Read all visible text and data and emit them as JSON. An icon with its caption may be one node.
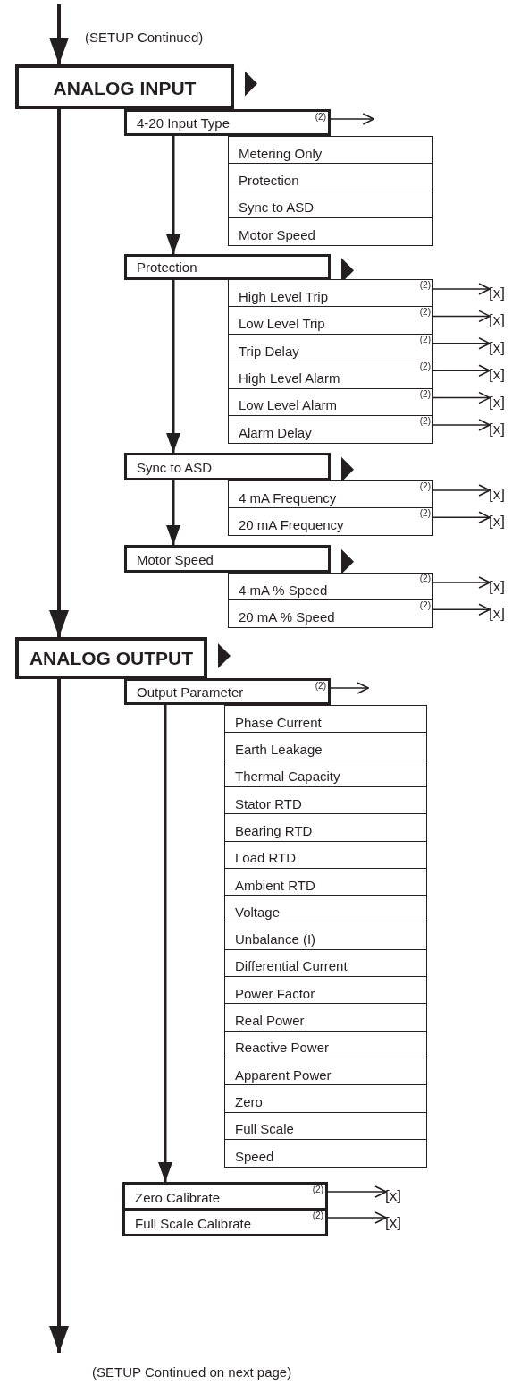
{
  "diagram": {
    "nodes": [
      {
        "text": [
          "ANALOG INPUT"
        ]
      },
      {
        "text": [
          "4-20 Input Type",
          "(2)"
        ]
      },
      {
        "text": [
          "Metering Only"
        ]
      },
      {
        "text": [
          "Protection"
        ]
      },
      {
        "text": [
          "Sync to ASD"
        ]
      },
      {
        "text": [
          "Motor Speed"
        ]
      },
      {
        "text": [
          "Protection"
        ]
      },
      {
        "text": [
          "High Level Trip",
          "(2)"
        ]
      },
      {
        "text": [
          "[x]"
        ]
      },
      {
        "text": [
          "Low Level Trip",
          "(2)"
        ]
      },
      {
        "text": [
          "[x]"
        ]
      },
      {
        "text": [
          "Trip Delay",
          "(2)"
        ]
      },
      {
        "text": [
          "[x]"
        ]
      },
      {
        "text": [
          "High Level Alarm",
          "(2)"
        ]
      },
      {
        "text": [
          "[x]"
        ]
      },
      {
        "text": [
          "Low Level Alarm",
          "(2)"
        ]
      },
      {
        "text": [
          "[x]"
        ]
      },
      {
        "text": [
          "Alarm Delay",
          "(2)"
        ]
      },
      {
        "text": [
          "[x]"
        ]
      },
      {
        "text": [
          "Sync to ASD"
        ]
      },
      {
        "text": [
          "4 mA Frequency",
          "(2)"
        ]
      },
      {
        "text": [
          "[x]"
        ]
      },
      {
        "text": [
          "20 mA Frequency",
          "(2)"
        ]
      },
      {
        "text": [
          "[x]"
        ]
      },
      {
        "text": [
          "Motor Speed"
        ]
      },
      {
        "text": [
          "4 mA % Speed",
          "(2)"
        ]
      },
      {
        "text": [
          "[x]"
        ]
      },
      {
        "text": [
          "20 mA % Speed",
          "(2)"
        ]
      },
      {
        "text": [
          "[x]"
        ]
      },
      {
        "text": [
          "ANALOG OUTPUT"
        ]
      },
      {
        "text": [
          "Output Parameter",
          "(2)"
        ]
      },
      {
        "text": [
          "Phase Current"
        ]
      },
      {
        "text": [
          "Earth Leakage"
        ]
      },
      {
        "text": [
          "Thermal Capacity"
        ]
      },
      {
        "text": [
          "Stator RTD"
        ]
      },
      {
        "text": [
          "Bearing RTD"
        ]
      },
      {
        "text": [
          "Load RTD"
        ]
      },
      {
        "text": [
          "Ambient RTD"
        ]
      },
      {
        "text": [
          "Voltage"
        ]
      },
      {
        "text": [
          "Unbalance (I)"
        ]
      },
      {
        "text": [
          "Differential Current"
        ]
      },
      {
        "text": [
          "Power Factor"
        ]
      },
      {
        "text": [
          "Real Power"
        ]
      },
      {
        "text": [
          "Reactive Power"
        ]
      },
      {
        "text": [
          "Apparent Power"
        ]
      },
      {
        "text": [
          "Zero"
        ]
      },
      {
        "text": [
          "Full Scale"
        ]
      },
      {
        "text": [
          "Speed"
        ]
      },
      {
        "text": [
          "Zero Calibrate",
          "(2)"
        ]
      },
      {
        "text": [
          "[x]"
        ]
      },
      {
        "text": [
          "Full Scale Calibrate",
          "(2)"
        ]
      },
      {
        "text": [
          "[x]"
        ]
      }
    ],
    "edges": [
      {
        "from": null,
        "to": 0,
        "arrow": "to",
        "style": "thick"
      },
      {
        "from": 1,
        "to": 2,
        "arrow": "to"
      },
      {
        "from": 1,
        "to": 6,
        "arrow": "to"
      },
      {
        "from": 7,
        "to": 8,
        "arrow": "to"
      },
      {
        "from": 9,
        "to": 10,
        "arrow": "to"
      },
      {
        "from": 11,
        "to": 12,
        "arrow": "to"
      },
      {
        "from": 13,
        "to": 14,
        "arrow": "to"
      },
      {
        "from": 15,
        "to": 16,
        "arrow": "to"
      },
      {
        "from": 17,
        "to": 18,
        "arrow": "to"
      },
      {
        "from": 6,
        "to": 19,
        "arrow": "to"
      },
      {
        "from": 20,
        "to": 21,
        "arrow": "to"
      },
      {
        "from": 22,
        "to": 23,
        "arrow": "to"
      },
      {
        "from": 19,
        "to": 24,
        "arrow": "to"
      },
      {
        "from": 25,
        "to": 26,
        "arrow": "to"
      },
      {
        "from": 27,
        "to": 28,
        "arrow": "to"
      },
      {
        "from": 0,
        "to": 29,
        "arrow": "to",
        "style": "thick"
      },
      {
        "from": 30,
        "to": 31,
        "arrow": "to"
      },
      {
        "from": 30,
        "to": 48,
        "arrow": "to"
      },
      {
        "from": 48,
        "to": 49,
        "arrow": "to"
      },
      {
        "from": 50,
        "to": 51,
        "arrow": "to"
      },
      {
        "from": 29,
        "to": null,
        "arrow": "to",
        "style": "thick"
      },
      {
        "from": 0,
        "to": 1,
        "arrow": "to"
      },
      {
        "from": 6,
        "to": 7,
        "arrow": "to"
      },
      {
        "from": 19,
        "to": 20,
        "arrow": "to"
      },
      {
        "from": 24,
        "to": 25,
        "arrow": "to"
      },
      {
        "from": 29,
        "to": 30,
        "arrow": "to"
      }
    ],
    "labels": [
      "(SETUP Continued)",
      "(SETUP Continued on next page)"
    ]
  }
}
